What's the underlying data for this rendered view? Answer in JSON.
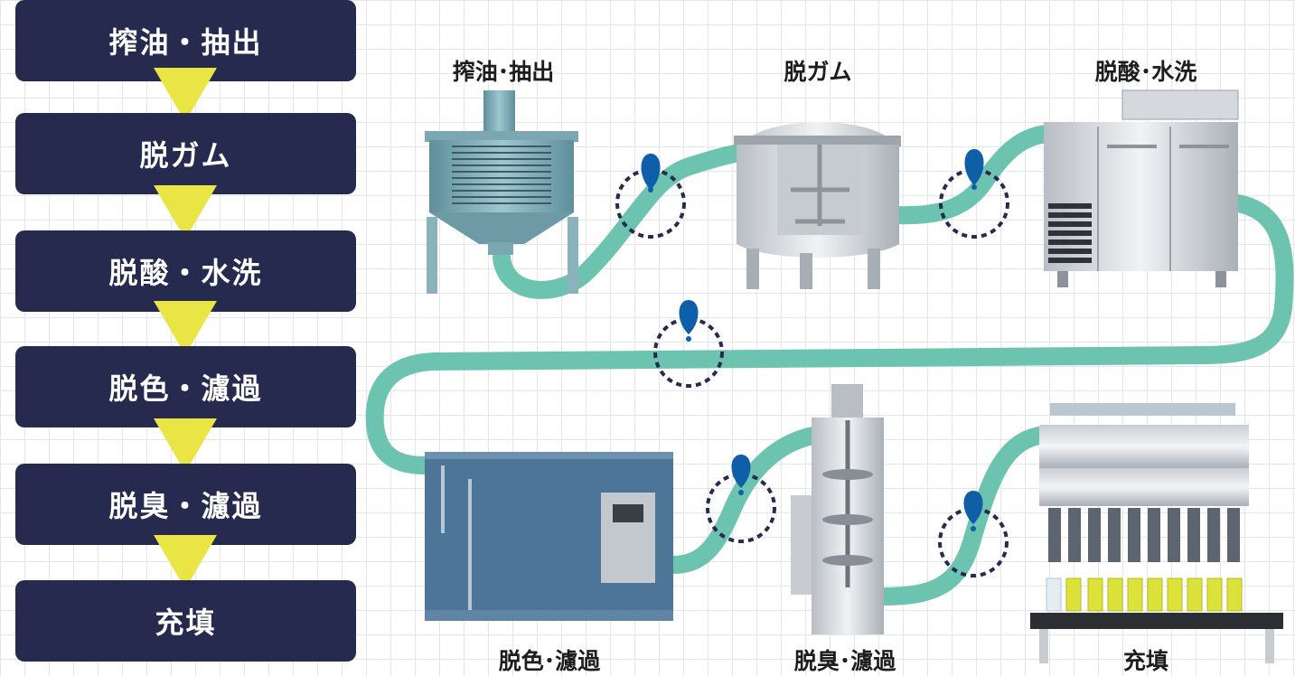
{
  "steps": [
    {
      "label": "搾油・抽出"
    },
    {
      "label": "脱ガム"
    },
    {
      "label": "脱酸・水洗"
    },
    {
      "label": "脱色・濾過"
    },
    {
      "label": "脱臭・濾過"
    },
    {
      "label": "充填"
    }
  ],
  "machines": [
    {
      "label": "搾油･抽出"
    },
    {
      "label": "脱ガム"
    },
    {
      "label": "脱酸･水洗"
    },
    {
      "label": "脱色･濾過"
    },
    {
      "label": "脱臭･濾過"
    },
    {
      "label": "充填"
    }
  ],
  "colors": {
    "step_box": "#262a4f",
    "arrow": "#e8e545",
    "pipe": "#6cc4b0",
    "pin": "#0e5ea8",
    "inspection_ring": "#262a4f"
  }
}
